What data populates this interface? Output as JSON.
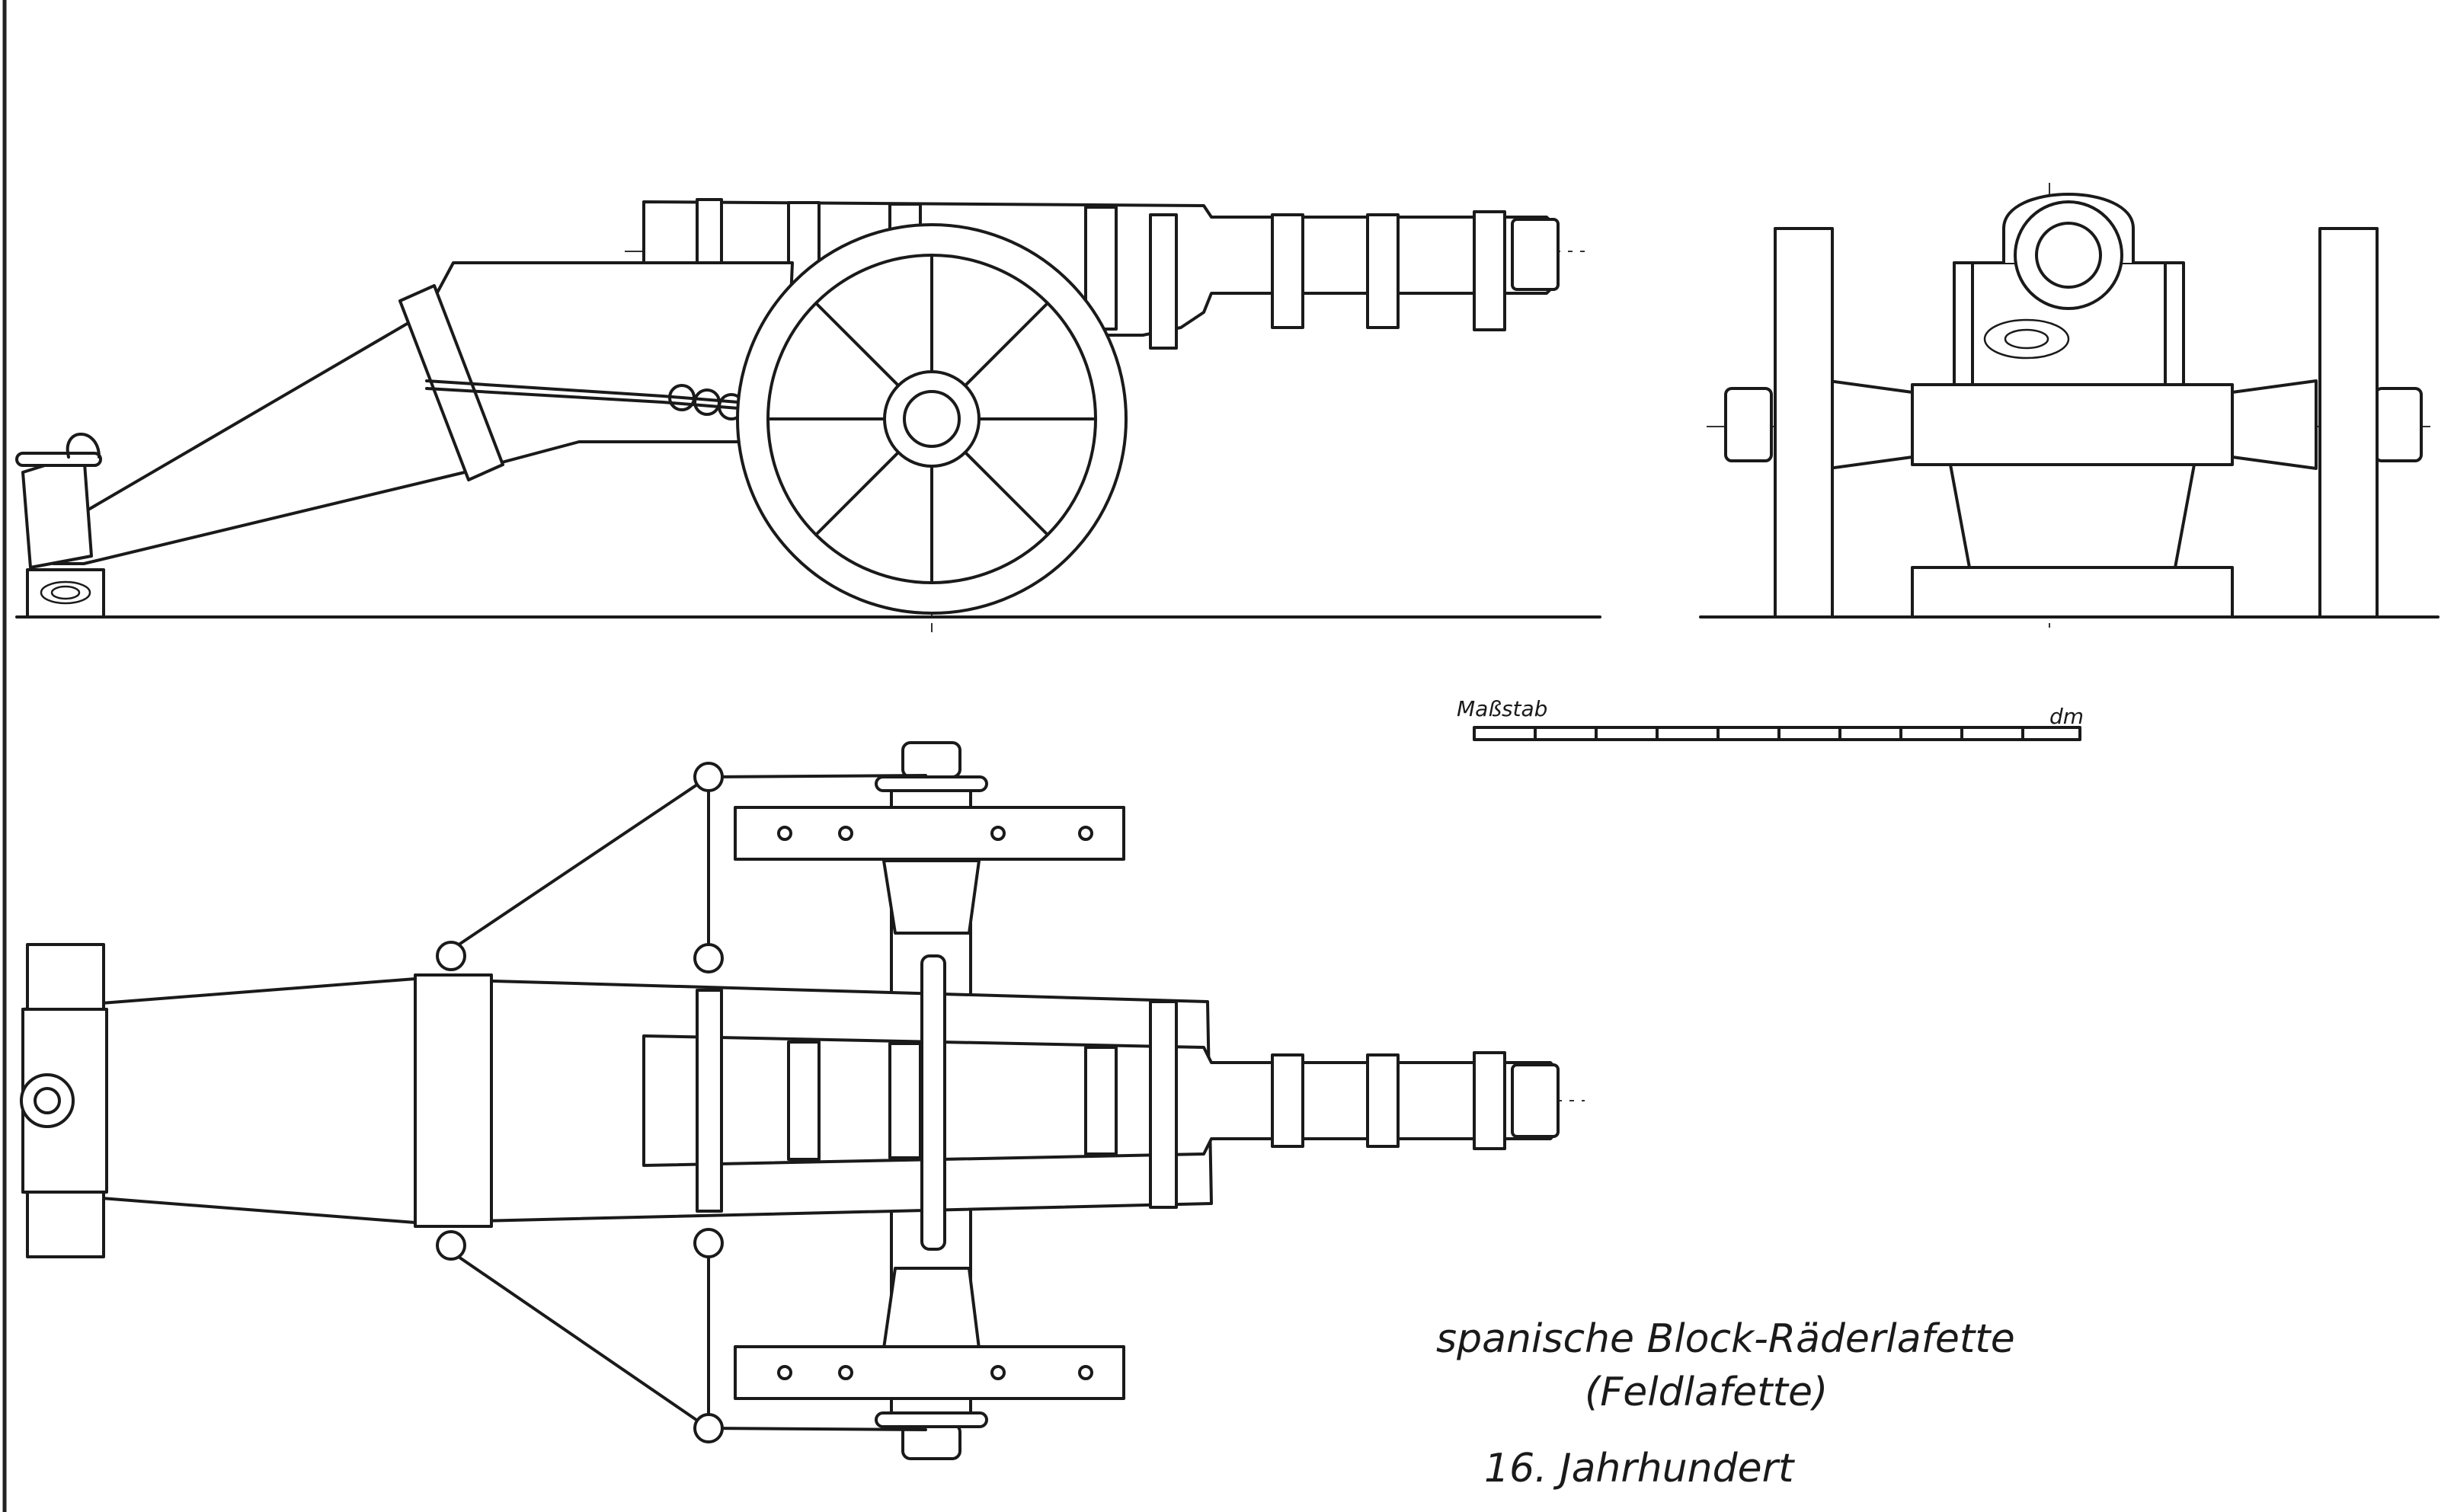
{
  "scale_bar": {
    "label_left": "Maßstab",
    "label_right": "dm"
  },
  "caption": {
    "line1": "spanische Block-Räderlafette",
    "line2": "(Feldlafette)",
    "line3": "16. Jahrhundert"
  }
}
